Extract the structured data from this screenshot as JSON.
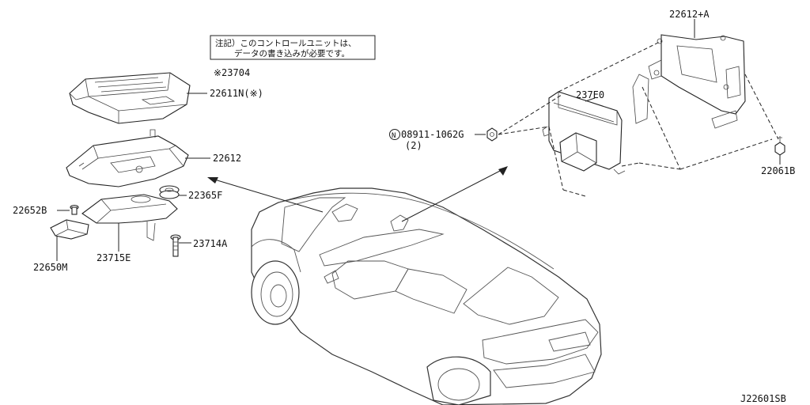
{
  "diagram_id": "J22601SB",
  "note": {
    "line1": "注記）このコントロールユニットは、",
    "line2": "データの書き込みが必要です。"
  },
  "labels": {
    "p23704": "※23704",
    "p22611N": "22611N(※)",
    "p22612": "22612",
    "p22365F": "22365F",
    "p22652B": "22652B",
    "p22650M": "22650M",
    "p23715E": "23715E",
    "p23714A": "23714A",
    "p22612A": "22612+A",
    "p237E0": "237E0",
    "p08911": "08911-1062G",
    "p08911_qty": "(2)",
    "p08911_prefix": "N",
    "p22061B": "22061B"
  },
  "colors": {
    "line": "#222222",
    "background": "#ffffff"
  }
}
